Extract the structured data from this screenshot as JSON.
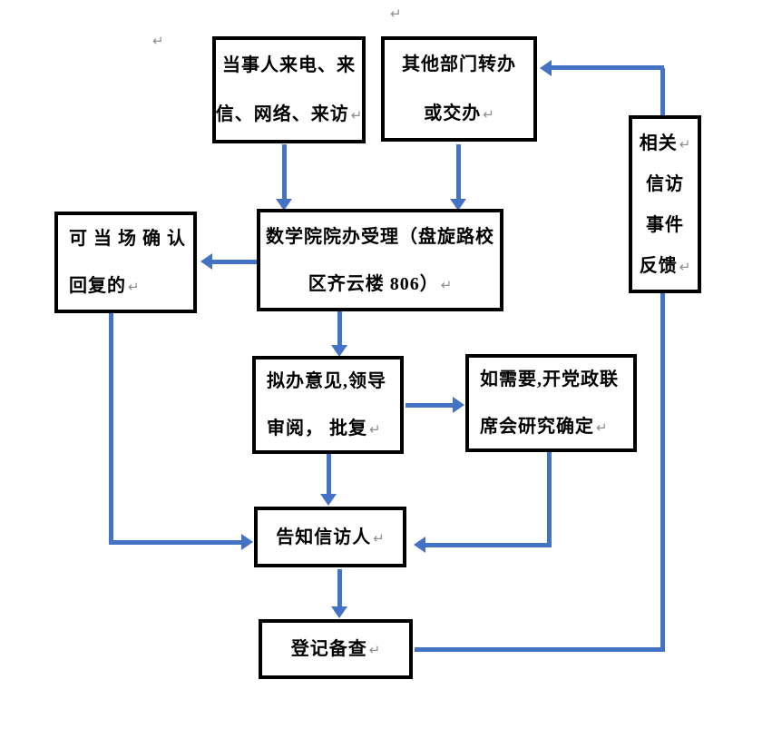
{
  "glyphs": {
    "paragraph_mark": "↵"
  },
  "colors": {
    "arrow_blue": "#4472C4",
    "box_border": "#000000",
    "paragraph_mark_gray": "#8f8f8f",
    "background": "#ffffff"
  },
  "boxes": {
    "party_contact": {
      "lines": [
        "当事人来电、来",
        "信、网络、来访"
      ]
    },
    "other_department": {
      "lines": [
        "其他部门转办",
        "或交办"
      ]
    },
    "related_feedback": {
      "lines": [
        "相关",
        "信访",
        "事件",
        "反馈"
      ]
    },
    "office_accept": {
      "lines": [
        "数学院院办受理（盘旋路校",
        "区齐云楼 806）"
      ]
    },
    "onsite_confirm": {
      "lines": [
        "可 当 场 确 认",
        "回复的"
      ]
    },
    "draft_opinion": {
      "lines": [
        "拟办意见,领导",
        "审阅， 批复"
      ]
    },
    "joint_meeting": {
      "lines": [
        "如需要,开党政联",
        "席会研究确定"
      ]
    },
    "notify_petitioner": {
      "lines": [
        "告知信访人"
      ]
    },
    "register": {
      "lines": [
        "登记备查"
      ]
    }
  }
}
